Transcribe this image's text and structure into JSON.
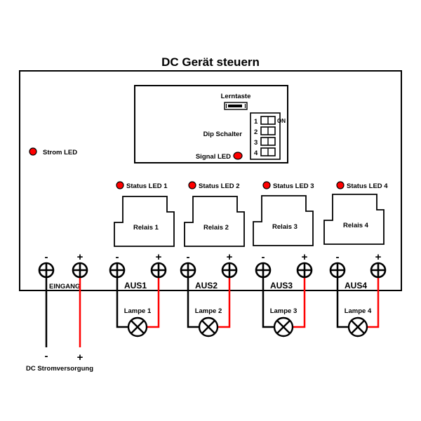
{
  "title": "DC Gerät steuern",
  "colors": {
    "led": "#ff0000",
    "positive_wire": "#ff0000",
    "negative_wire": "#000000"
  },
  "power_led": {
    "label": "Strom LED"
  },
  "control_panel": {
    "learn_button_label": "Lerntaste",
    "dip_switch_label": "Dip Schalter",
    "dip_on_label": "ON",
    "dip_positions": [
      "1",
      "2",
      "3",
      "4"
    ],
    "signal_led_label": "Signal LED"
  },
  "relays": [
    {
      "label": "Relais 1",
      "status_led": "Status LED 1",
      "output": "AUS1",
      "lamp": "Lampe 1"
    },
    {
      "label": "Relais 2",
      "status_led": "Status LED 2",
      "output": "AUS2",
      "lamp": "Lampe 2"
    },
    {
      "label": "Relais 3",
      "status_led": "Status LED 3",
      "output": "AUS3",
      "lamp": "Lampe 3"
    },
    {
      "label": "Relais 4",
      "status_led": "Status LED 4",
      "output": "AUS4",
      "lamp": "Lampe 4"
    }
  ],
  "input": {
    "label": "EINGANG",
    "minus": "-",
    "plus": "+"
  },
  "power_supply": {
    "label": "DC Stromversorgung",
    "minus": "-",
    "plus": "+"
  },
  "terminal_signs": {
    "minus": "-",
    "plus": "+"
  }
}
